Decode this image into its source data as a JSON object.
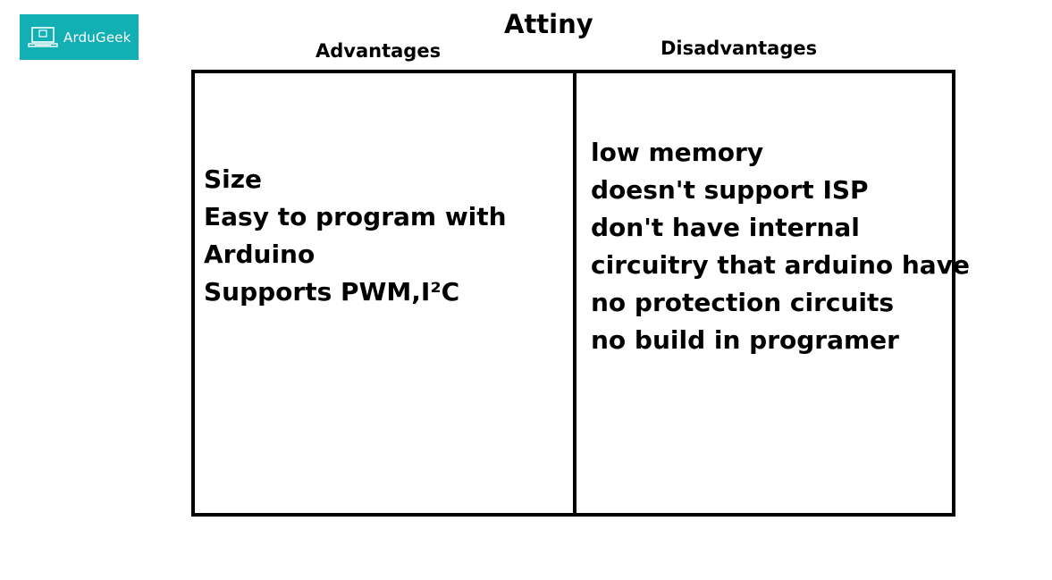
{
  "logo": {
    "text": "ArduGeek",
    "background_color": "#12afb4"
  },
  "title": "Attiny",
  "columns": {
    "advantages": {
      "header": "Advantages",
      "items": [
        "Size",
        "Easy to program with",
        "Arduino",
        "Supports PWM,I²C"
      ]
    },
    "disadvantages": {
      "header": "Disadvantages",
      "items": [
        "low memory",
        "doesn't support ISP",
        "don't have internal",
        "circuitry that arduino have",
        "no protection circuits",
        "no build in programer"
      ]
    }
  }
}
